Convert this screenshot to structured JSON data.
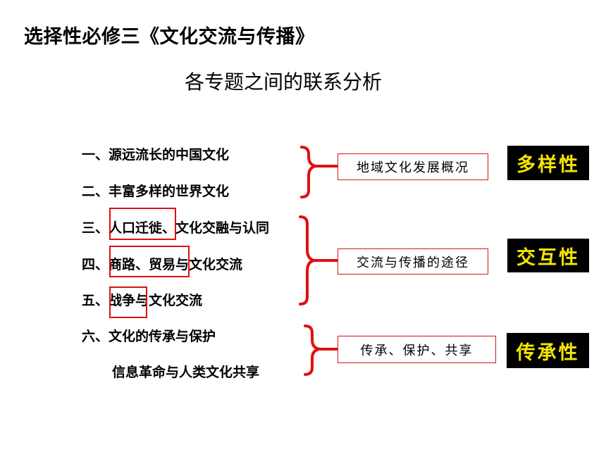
{
  "title": "选择性必修三《文化交流与传播》",
  "subtitle": "各专题之间的联系分析",
  "items": [
    {
      "prefix": "一、",
      "text": "源远流长的中国文化"
    },
    {
      "prefix": "二、",
      "text": "丰富多样的世界文化"
    },
    {
      "prefix": "三、",
      "highlight": "人口迁徙",
      "rest": "、文化交融与认同"
    },
    {
      "prefix": "四、",
      "highlight": "商路、贸易",
      "rest": "与文化交流"
    },
    {
      "prefix": "五、",
      "highlight": "战争",
      "rest": "与文化交流"
    },
    {
      "prefix": "六、",
      "text": "文化的传承与保护"
    },
    {
      "prefix": "",
      "text": "信息革命与人类文化共享"
    }
  ],
  "groups": [
    {
      "box_label": "地域文化发展概况",
      "badge": "多样性"
    },
    {
      "box_label": "交流与传播的途径",
      "badge": "交互性"
    },
    {
      "box_label": "传承、保护、共享",
      "badge": "传承性"
    }
  ],
  "colors": {
    "accent_red": "#e01010",
    "badge_bg": "#000000",
    "badge_text": "#f5e600"
  }
}
